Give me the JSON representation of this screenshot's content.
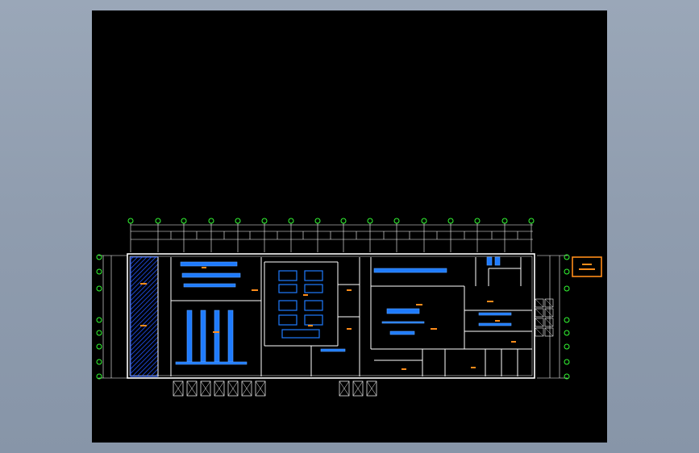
{
  "viewer": {
    "background": "#8f9cae",
    "canvas_background": "#000000"
  },
  "drawing": {
    "colors": {
      "wall": "#ffffff",
      "dimension": "#ffffff",
      "grid_bubble": "#33ff33",
      "equipment": "#1e7bff",
      "equipment_light": "#5aa0ff",
      "annotation": "#ff8c1a",
      "hatch": "#2255ff",
      "title_box": "#ff8c1a"
    },
    "icons": [
      "grid-bubble",
      "equipment",
      "fan-unit",
      "hatched-storage"
    ]
  }
}
